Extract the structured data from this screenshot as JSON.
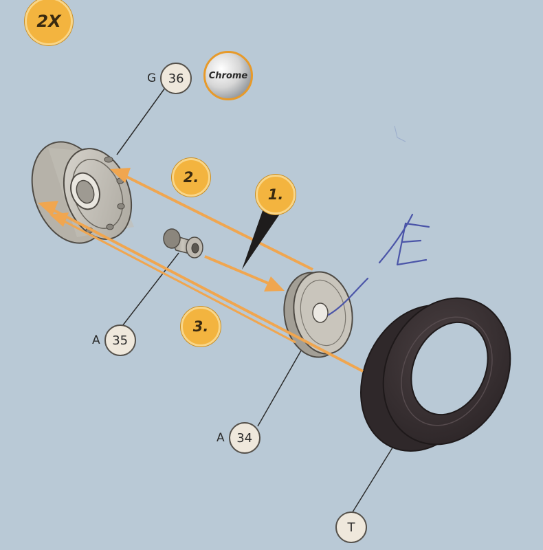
{
  "quantity_badge": "2X",
  "finish_badge": "Chrome",
  "steps": {
    "step1": "1.",
    "step2": "2.",
    "step3": "3."
  },
  "parts": {
    "g36": {
      "sprue": "G",
      "number": "36"
    },
    "a35": {
      "sprue": "A",
      "number": "35"
    },
    "a34": {
      "sprue": "A",
      "number": "34"
    },
    "t": {
      "sprue": "",
      "number": "T"
    }
  },
  "handwriting": "E",
  "colors": {
    "background": "#b9c9d6",
    "step_badge": "#f3b43f",
    "arrow": "#f0a650",
    "tire": "#3b3335",
    "part_gray": "#c9c7c0",
    "ink_blue": "#4b55a8"
  }
}
